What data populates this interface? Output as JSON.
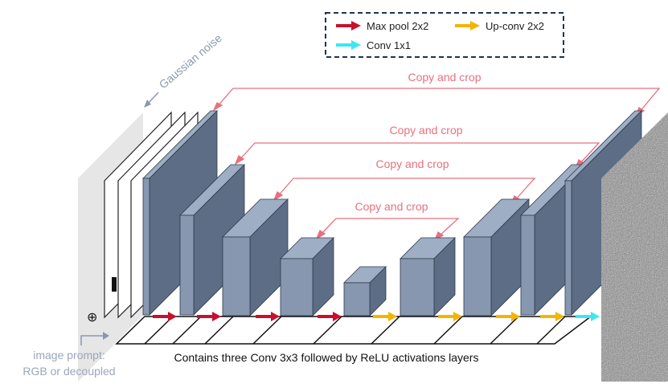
{
  "legend": {
    "items": [
      {
        "label": "Max pool 2x2",
        "color": "#c8102e",
        "icon": "red-arrow"
      },
      {
        "label": "Up-conv 2x2",
        "color": "#f5b400",
        "icon": "yellow-arrow"
      },
      {
        "label": "Conv 1x1",
        "color": "#3fe6f2",
        "icon": "cyan-arrow"
      }
    ]
  },
  "skip_connections": [
    {
      "label": "Copy and crop"
    },
    {
      "label": "Copy and crop"
    },
    {
      "label": "Copy and crop"
    },
    {
      "label": "Copy and crop"
    }
  ],
  "input": {
    "noise_label": "Gaussian noise",
    "prompt_line1": "image prompt:",
    "prompt_line2": "RGB or decoupled",
    "add_symbol": "⊕"
  },
  "caption": "Contains three Conv 3x3 followed by ReLU activations layers",
  "colors": {
    "block_front": "#8797b0",
    "block_top": "#9eaec4",
    "block_side": "#5d6d85",
    "skip": "#e8707f",
    "maxpool": "#c8102e",
    "upconv": "#f5b400",
    "conv1x1": "#3fe6f2",
    "legend_border": "#1f3350"
  }
}
